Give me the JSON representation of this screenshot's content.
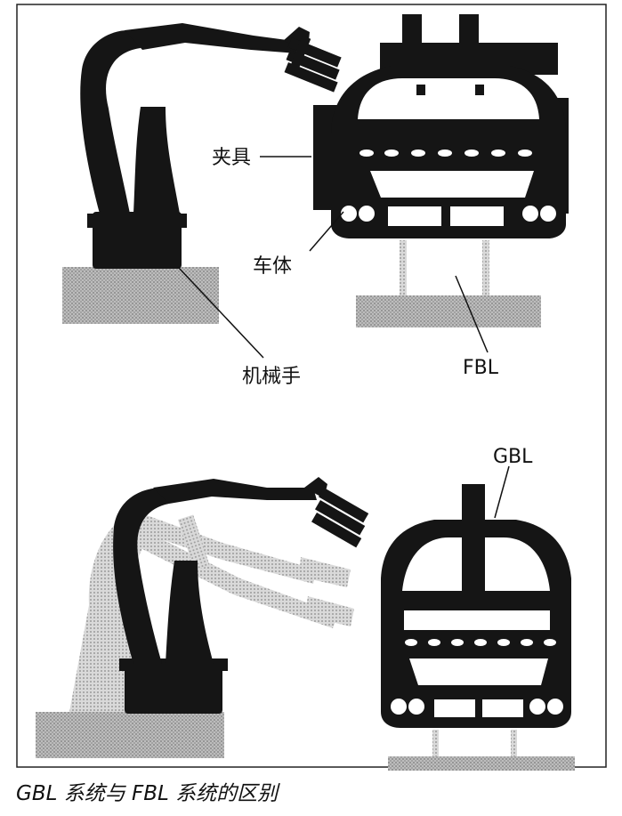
{
  "figure": {
    "top_panel": {
      "labels": {
        "fixture": "夹具",
        "body": "车体",
        "robot": "机械手",
        "fbl": "FBL"
      }
    },
    "bottom_panel": {
      "labels": {
        "gbl": "GBL"
      }
    }
  },
  "caption": "GBL 系统与 FBL 系统的区别"
}
